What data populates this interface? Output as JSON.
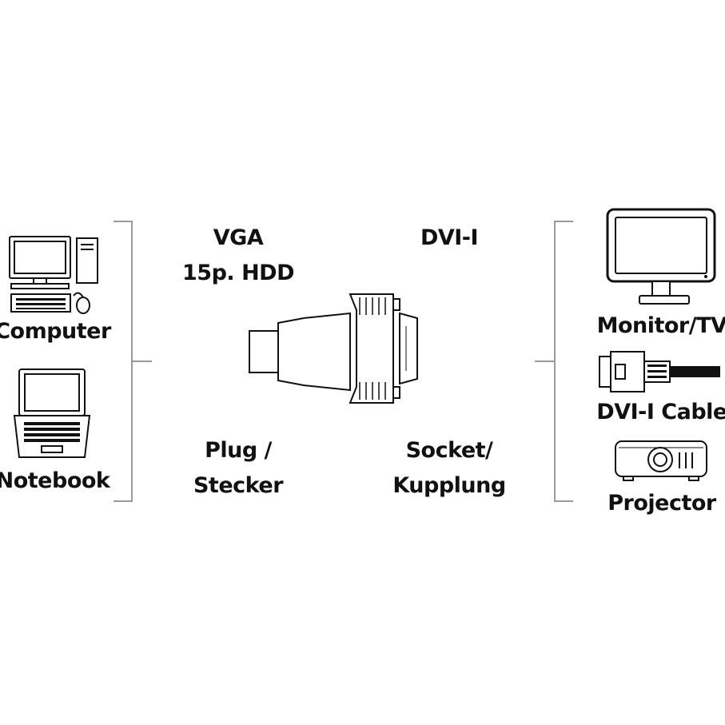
{
  "left_devices": [
    {
      "label": "Computer",
      "icon": "computer-icon"
    },
    {
      "label": "Notebook",
      "icon": "notebook-icon"
    }
  ],
  "right_devices": [
    {
      "label": "Monitor/TV",
      "icon": "monitor-icon"
    },
    {
      "label": "DVI-I Cable",
      "icon": "dvi-cable-icon"
    },
    {
      "label": "Projector",
      "icon": "projector-icon"
    }
  ],
  "adapter": {
    "left_connector": {
      "line1": "VGA",
      "line2": "15p. HDD"
    },
    "right_connector": {
      "line1": "DVI-I"
    },
    "left_type": {
      "line1": "Plug /",
      "line2": "Stecker"
    },
    "right_type": {
      "line1": "Socket/",
      "line2": "Kupplung"
    },
    "icon": "vga-to-dvi-adapter-icon"
  },
  "colors": {
    "line": "#111111",
    "bracket": "#9a9a9a",
    "background": "#ffffff"
  }
}
